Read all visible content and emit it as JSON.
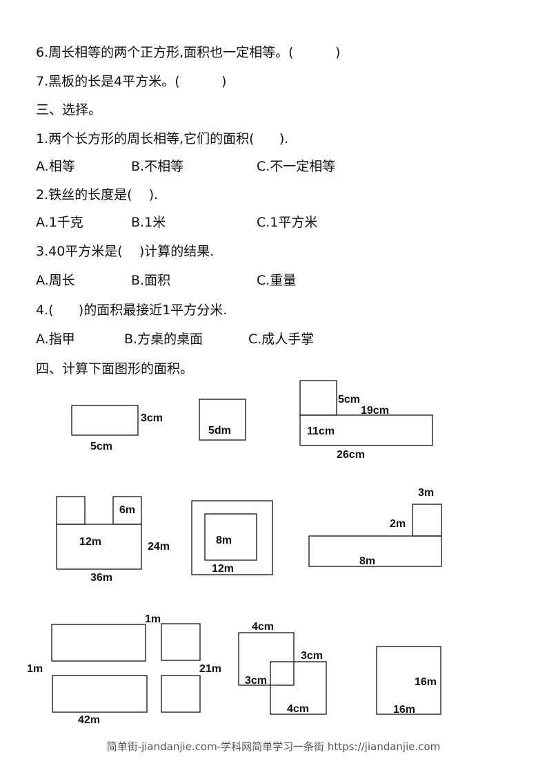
{
  "judgment": {
    "q6": "6.周长相等的两个正方形,面积也一定相等。(          )",
    "q7": "7.黑板的长是4平方米。(          )"
  },
  "section3": {
    "heading": "三、选择。",
    "q1": {
      "text": "1.两个长方形的周长相等,它们的面积(      ).",
      "a": "A.相等",
      "b": "B.不相等",
      "c": "C.不一定相等"
    },
    "q2": {
      "text": "2.铁丝的长度是(    ).",
      "a": "A.1千克",
      "b": "B.1米",
      "c": "C.1平方米"
    },
    "q3": {
      "text": "3.40平方米是(    )计算的结果.",
      "a": "A.周长",
      "b": "B.面积",
      "c": "C.重量"
    },
    "q4": {
      "text": "4.(      )的面积最接近1平方分米.",
      "a": "A.指甲",
      "b": "B.方桌的桌面",
      "c": "C.成人手掌"
    }
  },
  "section4": {
    "heading": "四、计算下面图形的面积。",
    "fig1": {
      "side": "3cm",
      "bottom": "5cm"
    },
    "fig2": {
      "inner": "5dm"
    },
    "fig3": {
      "a": "5cm",
      "b": "19cm",
      "c": "11cm",
      "d": "26cm"
    },
    "fig4": {
      "a": "6m",
      "b": "12m",
      "c": "24m",
      "d": "36m"
    },
    "fig5": {
      "a": "8m",
      "b": "12m"
    },
    "fig6": {
      "a": "3m",
      "b": "2m",
      "c": "8m"
    },
    "fig7": {
      "a": "1m",
      "b": "1m",
      "c": "21m",
      "d": "42m"
    },
    "fig8": {
      "a": "4cm",
      "b": "3cm",
      "c": "3cm",
      "d": "4cm"
    },
    "fig9": {
      "a": "16m",
      "b": "16m"
    }
  },
  "footer": "简单街-jiandanjie.com-学科网简单学习一条街 https://jiandanjie.com"
}
